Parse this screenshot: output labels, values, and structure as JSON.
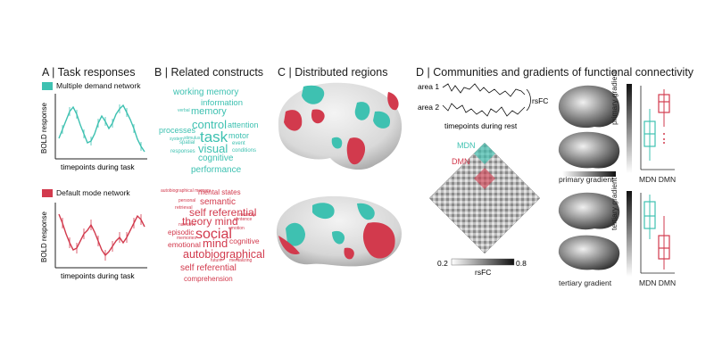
{
  "colors": {
    "mdn": "#3ec1b1",
    "dmn": "#d23a4d",
    "brain": "#e6e6e6"
  },
  "panelA": {
    "title": "A | Task responses",
    "legend_mdn": "Multiple demand network",
    "legend_dmn": "Default mode network",
    "ylabel": "BOLD response",
    "xlabel": "timepoints during task"
  },
  "panelB": {
    "title": "B | Related constructs",
    "mdn_words": [
      "working memory",
      "information",
      "memory",
      "control",
      "attention",
      "task",
      "processes",
      "motor",
      "visual",
      "cognitive",
      "performance",
      "spatial",
      "event",
      "responses",
      "conditions",
      "verbal",
      "stimulus",
      "system"
    ],
    "dmn_words": [
      "autobiographical memory",
      "mental states",
      "semantic",
      "self referential",
      "theory mind",
      "social",
      "episodic",
      "emotional",
      "mind",
      "cognitive",
      "autobiographical",
      "self referential",
      "comprehension",
      "retrieval",
      "memories",
      "personal",
      "emotion",
      "sentence",
      "memory",
      "narrative",
      "future",
      "mentalizing"
    ]
  },
  "panelC": {
    "title": "C | Distributed regions"
  },
  "panelD": {
    "title": "D | Communities and gradients of functional connectivity",
    "area1": "area 1",
    "area2": "area 2",
    "rsfc_arrow": "rsFC",
    "ts_xlabel": "timepoints during rest",
    "mdn": "MDN",
    "dmn": "DMN",
    "cbar_min": "0.2",
    "cbar_max": "0.8",
    "cbar_label": "rsFC",
    "primary_gradient": "primary gradient",
    "tertiary_gradient": "tertiary gradient",
    "box_xlabel": "MDN DMN"
  }
}
